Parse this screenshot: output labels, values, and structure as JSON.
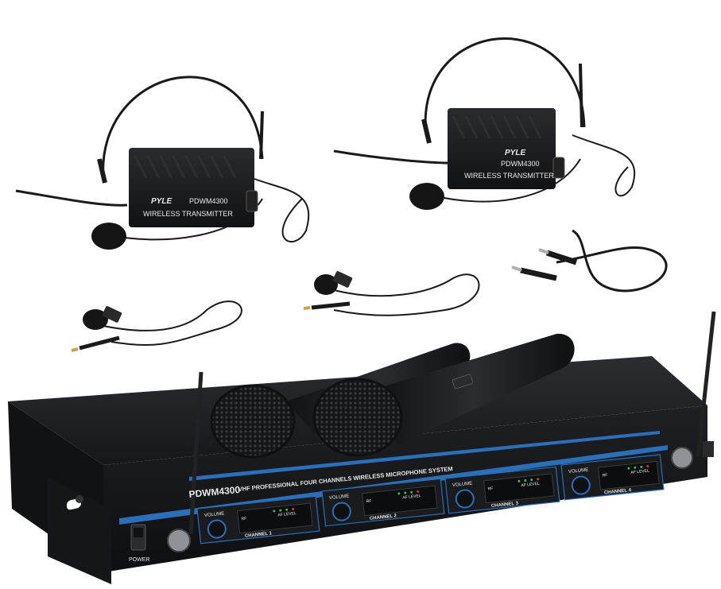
{
  "transmitters": [
    {
      "brand": "PYLE",
      "model": "PDWM4300",
      "label": "WIRELESS TRANSMITTER"
    },
    {
      "brand": "PYLE",
      "model": "PDWM4300",
      "label": "WIRELESS TRANSMITTER"
    }
  ],
  "receiver": {
    "model_prefix": "PDWM4300",
    "title": "VHF PROFESSIONAL FOUR CHANNELS WIRELESS MICROPHONE SYSTEM",
    "power_label": "POWER",
    "channels": [
      {
        "volume_label": "VOLUME",
        "rf_label": "RF",
        "af_label": "AF LEVEL",
        "channel_label": "CHANNEL 1"
      },
      {
        "volume_label": "VOLUME",
        "rf_label": "RF",
        "af_label": "AF LEVEL",
        "channel_label": "CHANNEL 2"
      },
      {
        "volume_label": "VOLUME",
        "rf_label": "RF",
        "af_label": "AF LEVEL",
        "channel_label": "CHANNEL 3"
      },
      {
        "volume_label": "VOLUME",
        "rf_label": "RF",
        "af_label": "AF LEVEL",
        "channel_label": "CHANNEL 4"
      }
    ]
  },
  "colors": {
    "body": "#1b1c1e",
    "accent_blue": "#2a6fb8",
    "led_green": "#3dbb4a",
    "led_red": "#d23a2a",
    "text_on_black": "#e8e8e8"
  }
}
